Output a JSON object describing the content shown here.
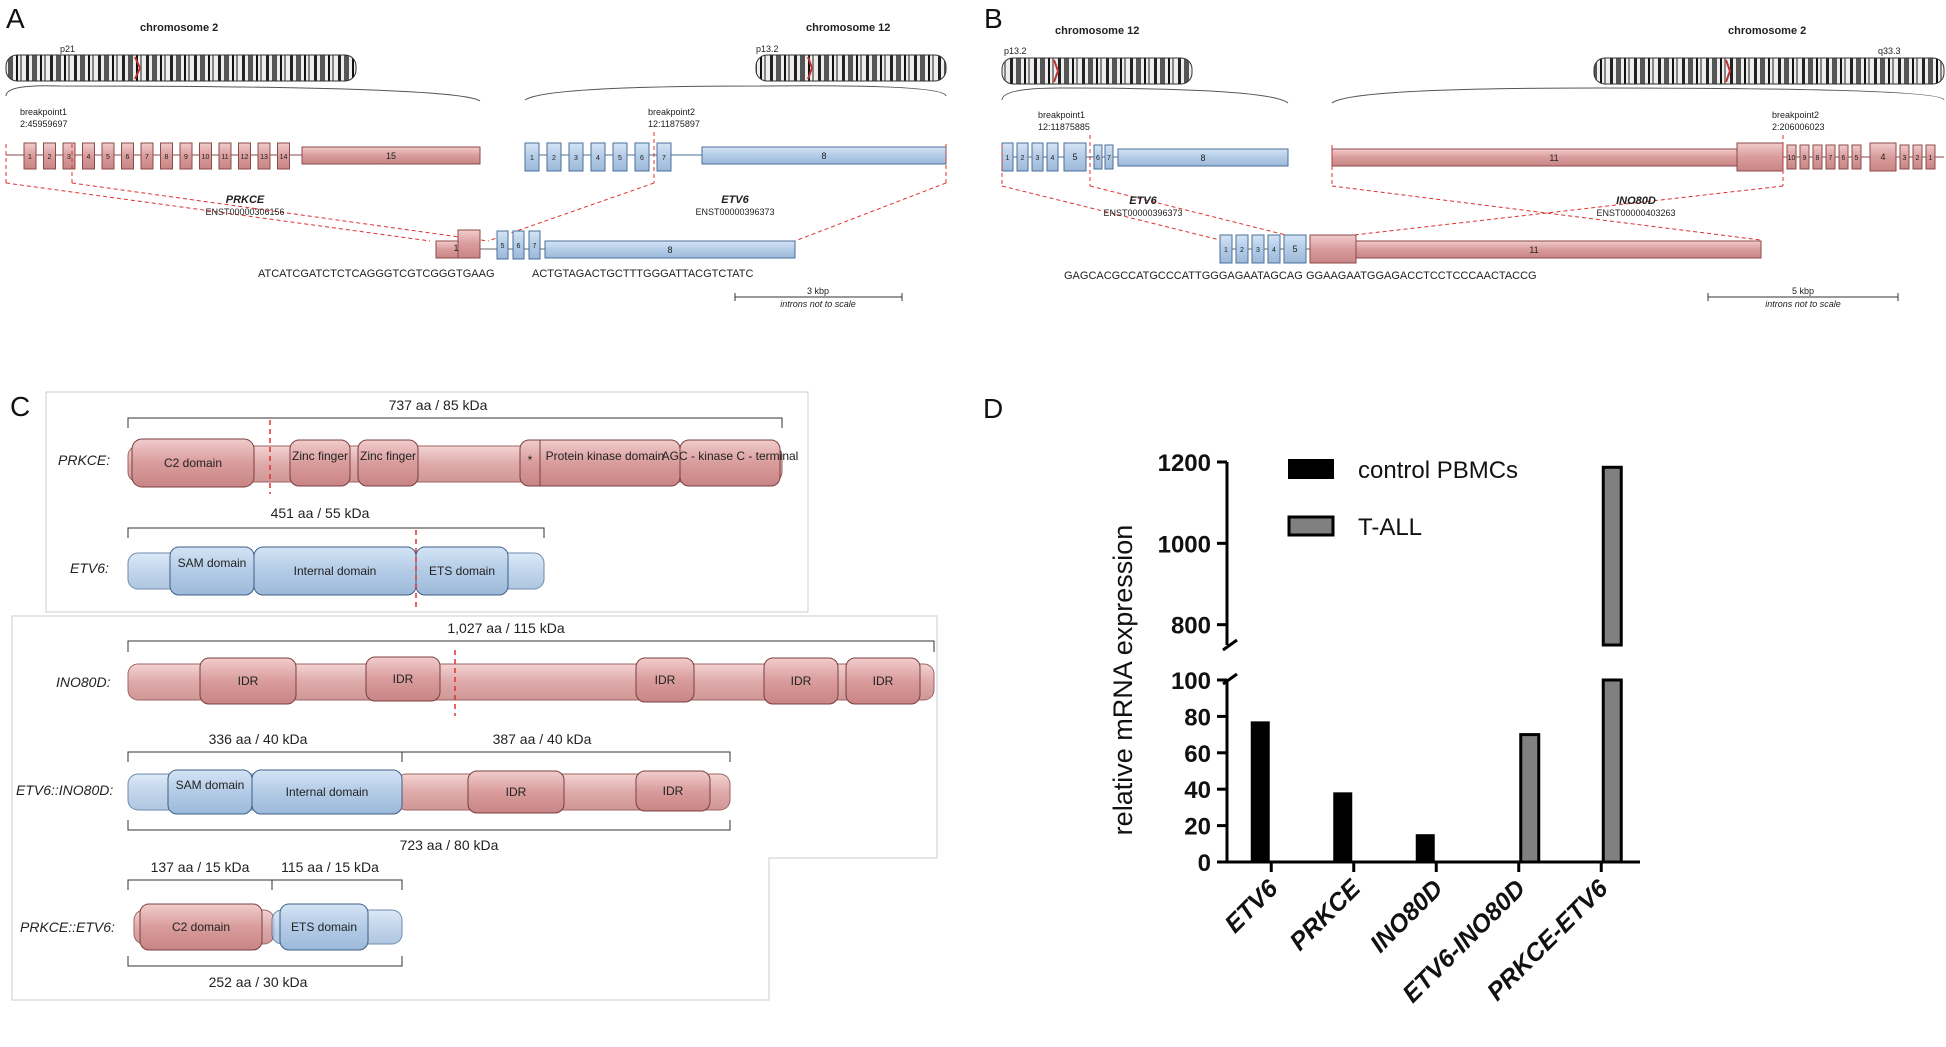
{
  "panels": {
    "a": "A",
    "b": "B",
    "c": "C",
    "d": "D"
  },
  "panel_a": {
    "chrom_left": "chromosome 2",
    "chrom_left_band": "p21",
    "chrom_right": "chromosome 12",
    "chrom_right_band": "p13.2",
    "bp1_label": "breakpoint1",
    "bp1_coord": "2:45959697",
    "bp2_label": "breakpoint2",
    "bp2_coord": "12:11875897",
    "gene1": "PRKCE",
    "gene1_tx": "ENST00000306156",
    "gene2": "ETV6",
    "gene2_tx": "ENST00000396373",
    "left_exons": [
      "1",
      "2",
      "3",
      "4",
      "5",
      "6",
      "7",
      "8",
      "9",
      "10",
      "11",
      "12",
      "13",
      "14"
    ],
    "left_last_exon": "15",
    "right_exons": [
      "1",
      "2",
      "3",
      "4",
      "5",
      "6",
      "7"
    ],
    "right_last_exon": "8",
    "fusion_exon_left": "1",
    "fusion_exons_right": [
      "5",
      "6",
      "7"
    ],
    "fusion_last_exon": "8",
    "seq_left": "ATCATCGATCTCTCAGGGTCGTCGGGTGAAG",
    "seq_right": "ACTGTAGACTGCTTTGGGATTACGTCTATC",
    "scale": "3 kbp",
    "scale_note": "introns not to scale"
  },
  "panel_b": {
    "chrom_left": "chromosome 12",
    "chrom_left_band": "p13.2",
    "chrom_right": "chromosome 2",
    "chrom_right_band": "q33.3",
    "bp1_label": "breakpoint1",
    "bp1_coord": "12:11875885",
    "bp2_label": "breakpoint2",
    "bp2_coord": "2:206006023",
    "gene1": "ETV6",
    "gene1_tx": "ENST00000396373",
    "gene2": "INO80D",
    "gene2_tx": "ENST00000403263",
    "left_exons": [
      "1",
      "2",
      "3",
      "4"
    ],
    "left_exon5": "5",
    "left_small_exons": [
      "6",
      "7"
    ],
    "left_last_exon": "8",
    "right_first_exon": "11",
    "right_exons": [
      "10",
      "9",
      "8",
      "7",
      "6",
      "5"
    ],
    "right_exon4": "4",
    "right_exons_tail": [
      "3",
      "2",
      "1"
    ],
    "fusion_exons_left": [
      "1",
      "2",
      "3",
      "4"
    ],
    "fusion_exon5": "5",
    "fusion_last_exon": "11",
    "seq_left": "GAGCACGCCATGCCCATTGGGAGAATAGCAG",
    "seq_right": "GGAAGAATGGAGACCTCCTCCCAACTACCG",
    "scale": "5 kbp",
    "scale_note": "introns not to scale"
  },
  "panel_c": {
    "prkce": {
      "label": "PRKCE:",
      "size": "737 aa / 85 kDa",
      "domains": [
        "C2 domain",
        "Zinc finger",
        "Zinc finger",
        "Protein kinase domain",
        "AGC - kinase C - terminal"
      ],
      "star": "*"
    },
    "etv6": {
      "label": "ETV6:",
      "size": "451 aa / 55 kDa",
      "domains": [
        "SAM domain",
        "Internal domain",
        "ETS domain"
      ]
    },
    "ino80d": {
      "label": "INO80D:",
      "size": "1,027 aa / 115 kDa",
      "domains": [
        "IDR",
        "IDR",
        "IDR",
        "IDR",
        "IDR"
      ]
    },
    "etv6_ino80d": {
      "label": "ETV6::INO80D:",
      "size_left": "336 aa / 40 kDa",
      "size_right": "387 aa / 40 kDa",
      "size_total": "723 aa / 80 kDa",
      "domains": [
        "SAM domain",
        "Internal domain",
        "IDR",
        "IDR"
      ]
    },
    "prkce_etv6": {
      "label": "PRKCE::ETV6:",
      "size_left": "137 aa / 15 kDa",
      "size_right": "115 aa / 15 kDa",
      "size_total": "252 aa / 30 kDa",
      "domains": [
        "C2 domain",
        "ETS domain"
      ]
    }
  },
  "colors": {
    "pink": "#e8b7b7",
    "pink_stroke": "#8c4a4a",
    "blue": "#bcd2ea",
    "blue_stroke": "#4a6f99",
    "red_dash": "#e03030",
    "control": "#000000",
    "tall": "#808080"
  },
  "chart_data": {
    "type": "bar",
    "ylabel": "relative mRNA expression",
    "categories": [
      "ETV6",
      "PRKCE",
      "INO80D",
      "ETV6-INO80D",
      "PRKCE-ETV6"
    ],
    "series": [
      {
        "name": "control PBMCs",
        "values": [
          77,
          38,
          15,
          0,
          0
        ]
      },
      {
        "name": "T-ALL",
        "values": [
          0,
          0,
          0,
          70,
          1187
        ]
      }
    ],
    "y_axis": "broken",
    "y_lower_range": [
      0,
      100
    ],
    "y_upper_range": [
      750,
      1200
    ],
    "lower_ticks": [
      "0",
      "20",
      "40",
      "60",
      "80",
      "100"
    ],
    "upper_ticks": [
      "800",
      "1000",
      "1200"
    ],
    "legend": "top-left"
  }
}
